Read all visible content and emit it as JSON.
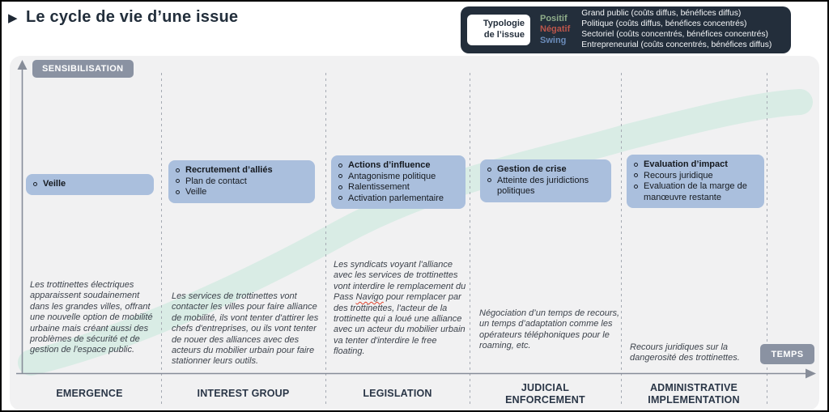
{
  "page": {
    "title": "Le cycle de vie d’une issue"
  },
  "legend": {
    "label": "Typologie de l’issue",
    "valences": [
      {
        "label": "Positif",
        "color": "#8fad8a"
      },
      {
        "label": "Négatif",
        "color": "#bc564b"
      },
      {
        "label": "Swing",
        "color": "#6b8cba"
      }
    ],
    "types": [
      "Grand public (coûts diffus, bénéfices diffus)",
      "Politique (coûts diffus, bénéfices concentrés)",
      "Sectoriel (coûts concentrés, bénéfices concentrés)",
      "Entrepreneurial (coûts concentrés, bénéfices diffus)"
    ]
  },
  "axes": {
    "y_label": "SENSIBILISATION",
    "x_label": "TEMPS"
  },
  "colors": {
    "stage_box": "#aabfdd",
    "badge": "#8a92a2",
    "curve": "#d9ece5",
    "legend_bg": "#232e3b",
    "title_text": "#222e3b"
  },
  "stages": [
    {
      "name": "EMERGENCE",
      "items": [
        "Veille"
      ],
      "description": "Les trottinettes électriques apparaissent soudainement dans les grandes villes, offrant une nouvelle option de mobilité urbaine mais créant aussi des problèmes de sécurité et de gestion de l’espace public."
    },
    {
      "name": "INTEREST GROUP",
      "items": [
        "Recrutement d’alliés",
        "Plan de contact",
        "Veille"
      ],
      "description": "Les services de trottinettes vont contacter les villes pour faire alliance de mobilité, ils vont tenter d'attirer les chefs d'entreprises, ou ils vont tenter de nouer des alliances avec des acteurs du mobilier urbain pour faire stationner leurs outils."
    },
    {
      "name": "LEGISLATION",
      "items": [
        "Actions d’influence",
        "Antagonisme politique",
        "Ralentissement",
        "Activation parlementaire"
      ],
      "description_parts": {
        "before": "Les syndicats voyant l'alliance avec les services de trottinettes vont interdire le remplacement du Pass ",
        "misspelled": "Navigo",
        "after": " pour remplacer par des trottinettes, l'acteur de la trottinette qui a loué une alliance avec un acteur du mobilier urbain va tenter d'interdire le free floating."
      }
    },
    {
      "name": "JUDICIAL ENFORCEMENT",
      "items": [
        "Gestion de crise",
        "Atteinte des juridictions politiques"
      ],
      "description": "Négociation d’un temps de recours, un temps d’adaptation comme les opérateurs téléphoniques pour le roaming, etc."
    },
    {
      "name": "ADMINISTRATIVE IMPLEMENTATION",
      "items": [
        "Evaluation d’impact",
        "Recours juridique",
        "Evaluation de la marge de manœuvre restante"
      ],
      "description": "Recours juridiques sur la dangerosité des trottinettes."
    }
  ]
}
